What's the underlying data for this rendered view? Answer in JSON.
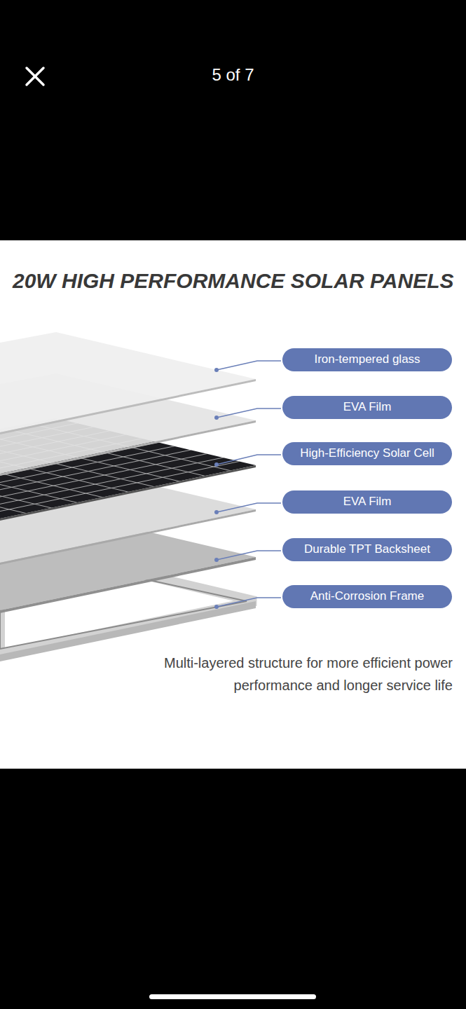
{
  "diagram": {
    "title": "20W HIGH PERFORMANCE SOLAR PANELS",
    "caption": "Multi-layered structure for more efficient power performance and longer service life",
    "nodes": [
      {
        "text": [
          "Iron-tempered glass"
        ]
      },
      {
        "text": [
          "EVA Film"
        ]
      },
      {
        "text": [
          "High-Efficiency Solar Cell"
        ]
      },
      {
        "text": [
          "EVA Film"
        ]
      },
      {
        "text": [
          "Durable TPT Backsheet"
        ]
      },
      {
        "text": [
          "Anti-Corrosion Frame"
        ]
      }
    ],
    "labels": [
      "5 of 7"
    ]
  }
}
